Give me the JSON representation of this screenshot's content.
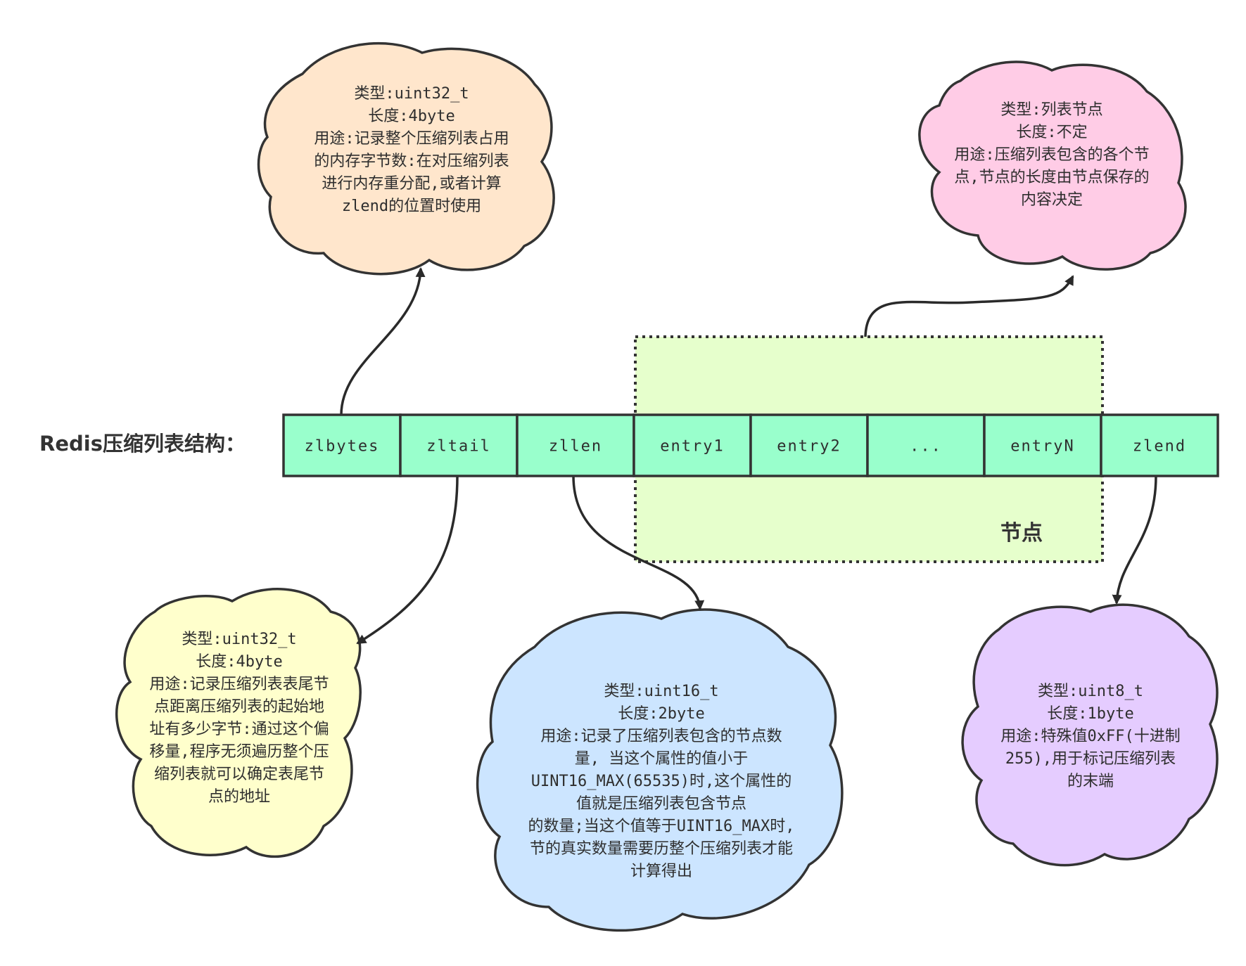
{
  "title": "Redis压缩列表结构：",
  "node_group_label": "节点",
  "cells": [
    {
      "label": "zlbytes"
    },
    {
      "label": "zltail"
    },
    {
      "label": "zllen"
    },
    {
      "label": "entry1"
    },
    {
      "label": "entry2"
    },
    {
      "label": "..."
    },
    {
      "label": "entryN"
    },
    {
      "label": "zlend"
    }
  ],
  "notes": {
    "zlbytes": [
      "类型:uint32_t",
      "长度:4byte",
      "用途:记录整个压缩列表占用",
      "的内存字节数:在对压缩列表",
      "进行内存重分配,或者计算",
      "zlend的位置时使用"
    ],
    "entry": [
      "类型:列表节点",
      "长度:不定",
      "用途:压缩列表包含的各个节",
      "点,节点的长度由节点保存的",
      "内容决定"
    ],
    "zltail": [
      "类型:uint32_t",
      "长度:4byte",
      "用途:记录压缩列表表尾节",
      "点距离压缩列表的起始地",
      "址有多少字节:通过这个偏",
      "移量,程序无须遍历整个压",
      "缩列表就可以确定表尾节",
      "点的地址"
    ],
    "zllen": [
      "类型:uint16_t",
      "长度:2byte",
      "用途:记录了压缩列表包含的节点数",
      "量, 当这个属性的值小于",
      "UINT16_MAX(65535)时,这个属性的",
      "值就是压缩列表包含节点",
      "的数量;当这个值等于UINT16_MAX时,",
      "节的真实数量需要历整个压缩列表才能",
      "计算得出"
    ],
    "zlend": [
      "类型:uint8_t",
      "长度:1byte",
      "用途:特殊值0xFF(十进制",
      "255),用于标记压缩列表",
      "的末端"
    ]
  },
  "colors": {
    "cell_fill": "#99ffcc",
    "node_group_fill": "#e6ffcc",
    "zlbytes_cloud": "#ffe6cc",
    "entry_cloud": "#ffcce6",
    "zltail_cloud": "#ffffcc",
    "zllen_cloud": "#cce5ff",
    "zlend_cloud": "#e5ccff",
    "stroke": "#333333"
  }
}
